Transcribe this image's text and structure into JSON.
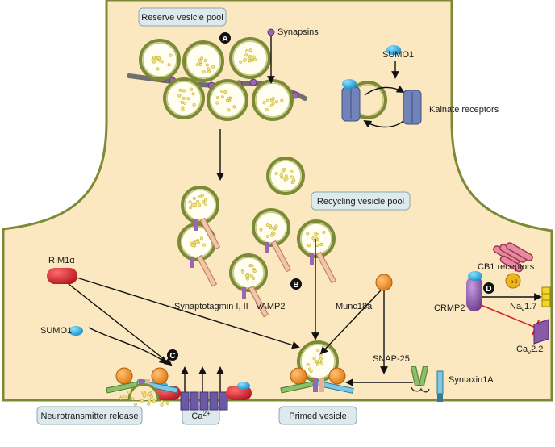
{
  "pools": {
    "reserve": "Reserve vesicle pool",
    "recycling": "Recycling vesicle pool",
    "release": "Neurotransmitter release",
    "calcium": "Ca",
    "calcium_sup": "2+",
    "primed": "Primed vesicle"
  },
  "markers": {
    "a": "A",
    "b": "B",
    "c": "C",
    "d": "D"
  },
  "labels": {
    "synapsins": "Synapsins",
    "sumo1_top": "SUMO1",
    "kainate": "Kainate receptors",
    "rim1": "RIM1",
    "rim1_alpha": "α",
    "sumo1_left": "SUMO1",
    "synaptotagmin": "Synaptotagmin I, II",
    "vamp2": "VAMP2",
    "munc18a": "Munc18a",
    "snap25": "SNAP-25",
    "syntaxin1a": "Syntaxin1A",
    "crmp2": "CRMP2",
    "cb1": "CB1 receptors",
    "nav_main": "Na",
    "nav_sub": "v",
    "nav_end": "1.7",
    "cav_main": "Ca",
    "cav_sub": "v",
    "cav_end": "2.2"
  },
  "colors": {
    "cytoplasm": "#fbe7c0",
    "membrane": "#7c8a35",
    "membrane_light": "#b7bf6c",
    "label_box": "#dde9ec",
    "sumo": "#17a5d8",
    "rim": "#c81f2e",
    "synapsin": "#9a66b3",
    "munc": "#f08a1c",
    "receptor": "#7283b8",
    "crmp": "#7b4592",
    "channel": "#6b5aa3",
    "nav": "#f2d42a",
    "inhibit": "#d2232a"
  }
}
